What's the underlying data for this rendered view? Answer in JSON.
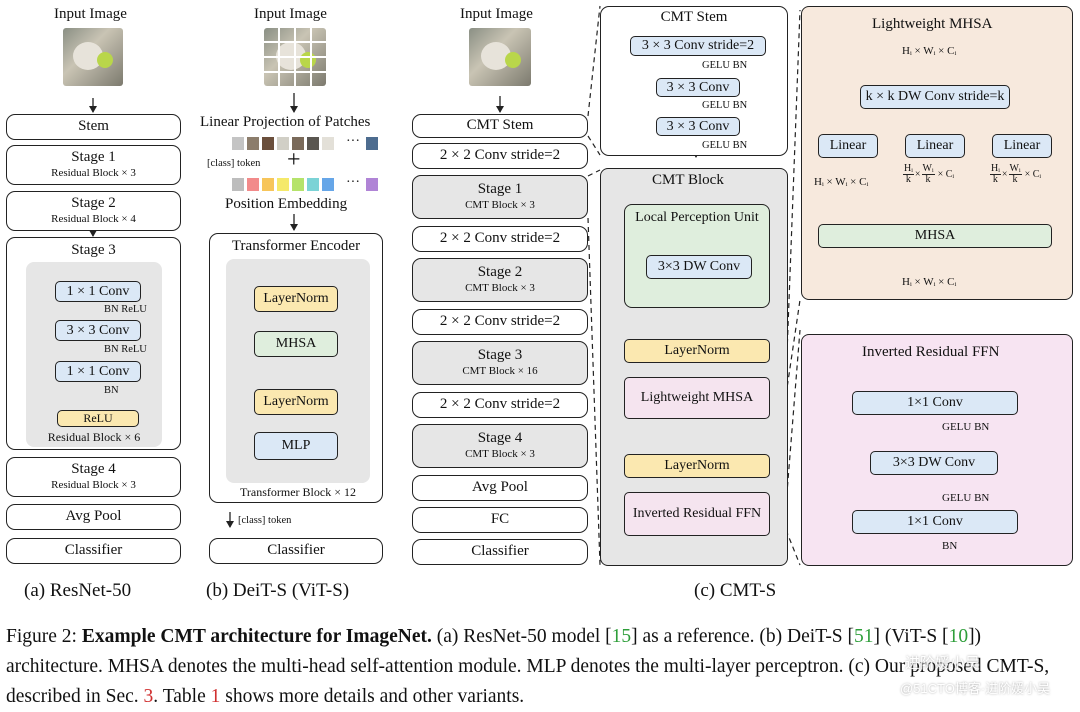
{
  "resnet": {
    "input_label": "Input Image",
    "stem": "Stem",
    "stage1": {
      "title": "Stage 1",
      "sub": "Residual Block × 3"
    },
    "stage2": {
      "title": "Stage 2",
      "sub": "Residual Block × 4"
    },
    "stage3": {
      "title": "Stage 3",
      "sub": "Residual Block × 6"
    },
    "stage4": {
      "title": "Stage 4",
      "sub": "Residual Block × 3"
    },
    "conv1": "1 × 1 Conv",
    "conv3": "3 × 3 Conv",
    "conv1b": "1 × 1 Conv",
    "bn_relu_1": "BN ReLU",
    "bn_relu_2": "BN ReLU",
    "bn": "BN",
    "relu": "ReLU",
    "avgpool": "Avg Pool",
    "classifier": "Classifier",
    "caption": "(a) ResNet-50"
  },
  "deit": {
    "input_label": "Input Image",
    "linear_proj": "Linear Projection of Patches",
    "class_token": "[class] token",
    "plus": "+",
    "pos_embed": "Position Embedding",
    "encoder_title": "Transformer Encoder",
    "layernorm1": "LayerNorm",
    "mhsa": "MHSA",
    "layernorm2": "LayerNorm",
    "mlp": "MLP",
    "block_repeat": "Transformer Block × 12",
    "class_token_out": "[class] token",
    "classifier": "Classifier",
    "caption": "(b) DeiT-S (ViT-S)",
    "dots": "···",
    "embed_colors": [
      "#bdbdbd",
      "#f28a8a",
      "#f7c55a",
      "#f5e96a",
      "#b5e36b",
      "#7bd3d6",
      "#66a6e8",
      "#b084d6"
    ]
  },
  "cmt": {
    "input_label": "Input Image",
    "stem": "CMT Stem",
    "down1": "2 × 2 Conv stride=2",
    "stage1": {
      "title": "Stage 1",
      "sub": "CMT Block × 3"
    },
    "down2": "2 × 2 Conv stride=2",
    "stage2": {
      "title": "Stage 2",
      "sub": "CMT Block × 3"
    },
    "down3": "2 × 2 Conv stride=2",
    "stage3": {
      "title": "Stage 3",
      "sub": "CMT Block × 16"
    },
    "down4": "2 × 2 Conv stride=2",
    "stage4": {
      "title": "Stage 4",
      "sub": "CMT Block × 3"
    },
    "avgpool": "Avg Pool",
    "fc": "FC",
    "classifier": "Classifier",
    "caption": "(c) CMT-S"
  },
  "cmt_stem_detail": {
    "title": "CMT Stem",
    "conv1": "3 × 3 Conv stride=2",
    "gelu1": "GELU BN",
    "conv2": "3 × 3 Conv",
    "gelu2": "GELU BN",
    "conv3": "3 × 3 Conv",
    "gelu3": "GELU BN"
  },
  "cmt_block_detail": {
    "title": "CMT Block",
    "lpu": "Local Perception Unit",
    "dwconv": "3×3 DW Conv",
    "layernorm1": "LayerNorm",
    "lmhsa": "Lightweight MHSA",
    "layernorm2": "LayerNorm",
    "irffn": "Inverted Residual FFN"
  },
  "lmhsa_detail": {
    "title": "Lightweight MHSA",
    "input_dims": "Hᵢ × Wᵢ × Cᵢ",
    "dwconv": "k × k DW Conv stride=k",
    "linear1": "Linear",
    "linear2": "Linear",
    "linear3": "Linear",
    "dims_q": "Hᵢ × Wᵢ × Cᵢ",
    "frac_h": "Hᵢ",
    "frac_w": "Wᵢ",
    "frac_k": "k",
    "cdim": "× Cᵢ",
    "mhsa": "MHSA",
    "output_dims": "Hᵢ × Wᵢ × Cᵢ"
  },
  "irffn_detail": {
    "title": "Inverted Residual FFN",
    "conv1": "1×1 Conv",
    "gelu1": "GELU BN",
    "dwconv": "3×3 DW Conv",
    "gelu2": "GELU BN",
    "conv2": "1×1 Conv",
    "bn": "BN"
  },
  "figure_caption": {
    "label": "Figure 2:",
    "bold": "Example CMT architecture for ImageNet.",
    "t1": "(a) ResNet-50 model [",
    "r15": "15",
    "t2": "] as a reference.  (b) DeiT-S [",
    "r51": "51",
    "t3": "] (ViT-S [",
    "r10": "10",
    "t4": "]) architecture. MHSA denotes the multi-head self-attention module. MLP denotes the multi-layer perceptron. (c) Our proposed CMT-S, described in Sec. ",
    "r3": "3",
    "t5": ". Table ",
    "r1": "1",
    "t6": " shows more details and other variants."
  },
  "watermark": {
    "line1": "进阶媛小吴",
    "line2": "@51CTO博客·进阶媛小吴"
  },
  "colors": {
    "panel_grey": "#e6e6e6",
    "panel_peach": "#f7e9dd",
    "panel_pink": "#f7e4f2",
    "box_blue": "#dbe8f6",
    "box_yellow": "#fbe8b0",
    "box_green": "#dfeedd",
    "ref_green": "#2e9e3a",
    "ref_red": "#d03030"
  }
}
